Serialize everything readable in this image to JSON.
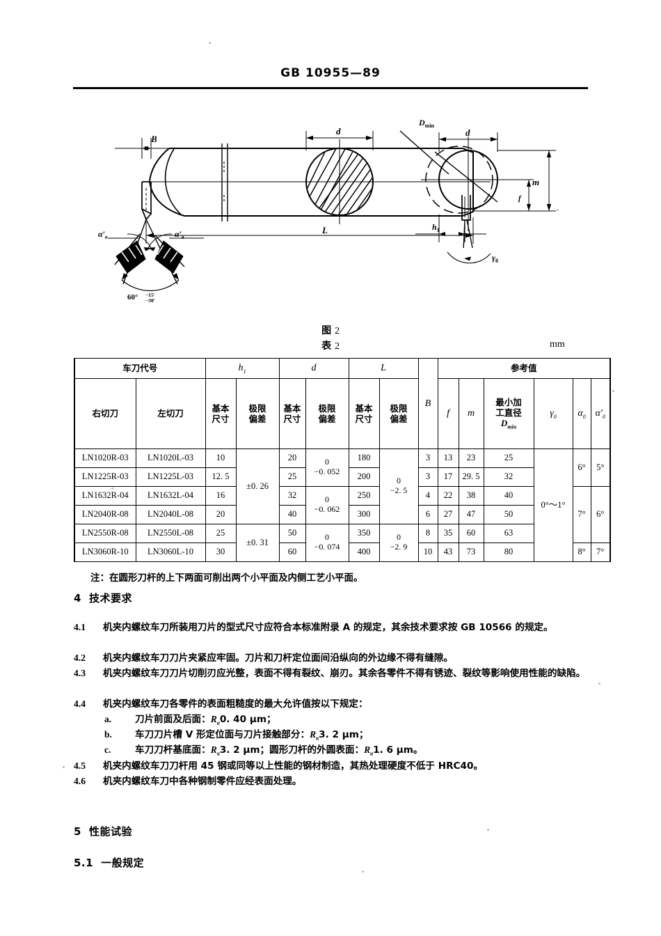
{
  "header": {
    "standard_no": "GB 10955—89"
  },
  "figure": {
    "caption_label": "图",
    "caption_num": "2",
    "labels": {
      "B": "B",
      "d": "d",
      "d2": "d",
      "Dmin": "D",
      "Dmin_sub": "min",
      "L": "L",
      "m": "m",
      "f": "f",
      "h1": "h",
      "h1_sub": "1",
      "gamma": "γ",
      "gamma_sub": "0",
      "alpha_left": "α′",
      "alpha_left_sub": "e",
      "alpha_right": "α′",
      "alpha_right_sub": "e",
      "vee_angle": "60°",
      "vee_tol_upper": "−15′",
      "vee_tol_lower": "−30′"
    }
  },
  "table": {
    "caption_label": "表",
    "caption_num": "2",
    "unit": "mm",
    "headers": {
      "code_group": "车刀代号",
      "code_right": "右切刀",
      "code_left": "左切刀",
      "h1": "h",
      "h1_sub": "1",
      "d": "d",
      "L": "L",
      "basic": "基本\n尺寸",
      "basic_l1": "基本",
      "basic_l2": "尺寸",
      "dev_l1": "极限",
      "dev_l2": "偏差",
      "B": "B",
      "ref_group": "参考值",
      "f": "f",
      "m": "m",
      "dmin_l1": "最小加",
      "dmin_l2": "工直径",
      "dmin_l3": "D",
      "dmin_l3_sub": "min",
      "gamma0": "γ",
      "gamma0_sub": "0",
      "alpha0": "α",
      "alpha0_sub": "0",
      "alpha0p": "α′",
      "alpha0p_sub": "0"
    },
    "rows": [
      {
        "code_right": "LN1020R-03",
        "code_left": "LN1020L-03",
        "h1": "10",
        "d": "20",
        "L": "180",
        "B": "3",
        "f": "13",
        "m": "23",
        "dmin": "25"
      },
      {
        "code_right": "LN1225R-03",
        "code_left": "LN1225L-03",
        "h1": "12. 5",
        "d": "25",
        "L": "200",
        "B": "3",
        "f": "17",
        "m": "29. 5",
        "dmin": "32"
      },
      {
        "code_right": "LN1632R-04",
        "code_left": "LN1632L-04",
        "h1": "16",
        "d": "32",
        "L": "250",
        "B": "4",
        "f": "22",
        "m": "38",
        "dmin": "40"
      },
      {
        "code_right": "LN2040R-08",
        "code_left": "LN2040L-08",
        "h1": "20",
        "d": "40",
        "L": "300",
        "B": "6",
        "f": "27",
        "m": "47",
        "dmin": "50"
      },
      {
        "code_right": "LN2550R-08",
        "code_left": "LN2550L-08",
        "h1": "25",
        "d": "50",
        "L": "350",
        "B": "8",
        "f": "35",
        "m": "60",
        "dmin": "63"
      },
      {
        "code_right": "LN3060R-10",
        "code_left": "LN3060L-10",
        "h1": "30",
        "d": "60",
        "L": "400",
        "B": "10",
        "f": "43",
        "m": "73",
        "dmin": "80"
      }
    ],
    "merged": {
      "h1_dev_a": "±0. 26",
      "h1_dev_b": "±0. 31",
      "d_dev_a_top": "0",
      "d_dev_a_bot": "−0. 052",
      "d_dev_b_top": "0",
      "d_dev_b_bot": "−0. 062",
      "d_dev_c_top": "0",
      "d_dev_c_bot": "−0. 074",
      "L_dev_a_top": "0",
      "L_dev_a_bot": "−2. 5",
      "L_dev_b_top": "0",
      "L_dev_b_bot": "−2. 9",
      "gamma_all": "0°～1°",
      "alpha_a": "6°",
      "alphap_a": "5°",
      "alpha_b": "7°",
      "alphap_b": "6°",
      "alpha_c": "8°",
      "alphap_c": "7°"
    },
    "note": "注：在圆形刀杆的上下两面可削出两个小平面及内侧工艺小平面。"
  },
  "sections": {
    "s4_num": "4",
    "s4_title": "技术要求",
    "p41_no": "4.1",
    "p41_text": "机夹内螺纹车刀所装用刀片的型式尺寸应符合本标准附录 A 的规定，其余技术要求按 GB 10566 的规定。",
    "p42_no": "4.2",
    "p42_text": "机夹内螺纹车刀刀片夹紧应牢固。刀片和刀杆定位面间沿纵向的外边缘不得有缝隙。",
    "p43_no": "4.3",
    "p43_text": "机夹内螺纹车刀刀片切削刃应光整，表面不得有裂纹、崩刃。其余各零件不得有锈迹、裂纹等影响使用性能的缺陷。",
    "p44_no": "4.4",
    "p44_text": "机夹内螺纹车刀各零件的表面粗糙度的最大允许值按以下规定：",
    "item_a_label": "a.",
    "item_a_text_1": "刀片前面及后面：",
    "item_a_ra": "R",
    "item_a_ra_sub": "a",
    "item_a_text_2": "0. 40 μm；",
    "item_b_label": "b.",
    "item_b_text_1": "车刀刀片槽 V 形定位面与刀片接触部分：",
    "item_b_ra": "R",
    "item_b_ra_sub": "a",
    "item_b_text_2": "3. 2 μm；",
    "item_c_label": "c.",
    "item_c_text_1": "车刀刀杆基底面：",
    "item_c_ra": "R",
    "item_c_ra_sub": "a",
    "item_c_text_2": "3. 2 μm；圆形刀杆的外圆表面：",
    "item_c_ra2": "R",
    "item_c_ra2_sub": "a",
    "item_c_text_3": "1. 6 μm。",
    "p45_no": "4.5",
    "p45_text": "机夹内螺纹车刀刀杆用 45 钢或同等以上性能的钢材制造，其热处理硬度不低于 HRC40。",
    "p46_no": "4.6",
    "p46_text": "机夹内螺纹车刀中各种钢制零件应经表面处理。",
    "s5_num": "5",
    "s5_title": "性能试验",
    "s51_num": "5.1",
    "s51_title": "一般规定"
  }
}
